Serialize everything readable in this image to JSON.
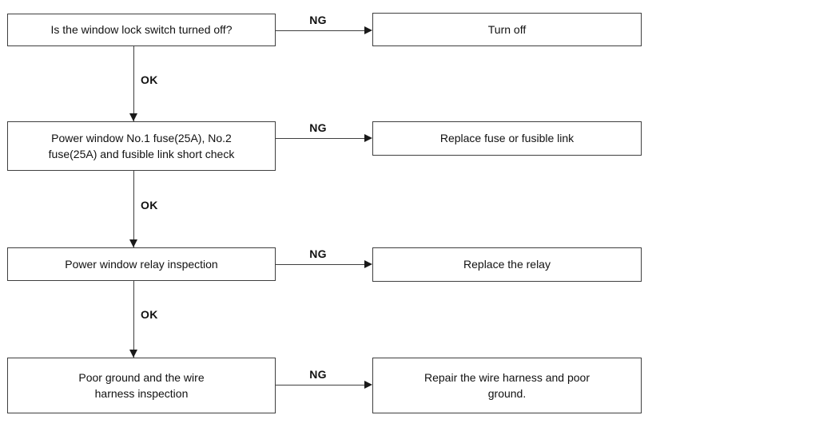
{
  "flowchart": {
    "labels": {
      "ng": "NG",
      "ok": "OK"
    },
    "steps": [
      {
        "check": "Is the window lock switch turned off?",
        "ng_action": "Turn off"
      },
      {
        "check": "Power window No.1 fuse(25A), No.2 fuse(25A) and fusible link short check",
        "ng_action": "Replace fuse or fusible link"
      },
      {
        "check": "Power window relay inspection",
        "ng_action": "Replace the relay"
      },
      {
        "check": "Poor ground and the wire harness inspection",
        "ng_action": "Repair the wire harness and poor ground."
      }
    ],
    "colors": {
      "line": "#3f3f3f",
      "text": "#111111",
      "background": "#ffffff"
    }
  }
}
